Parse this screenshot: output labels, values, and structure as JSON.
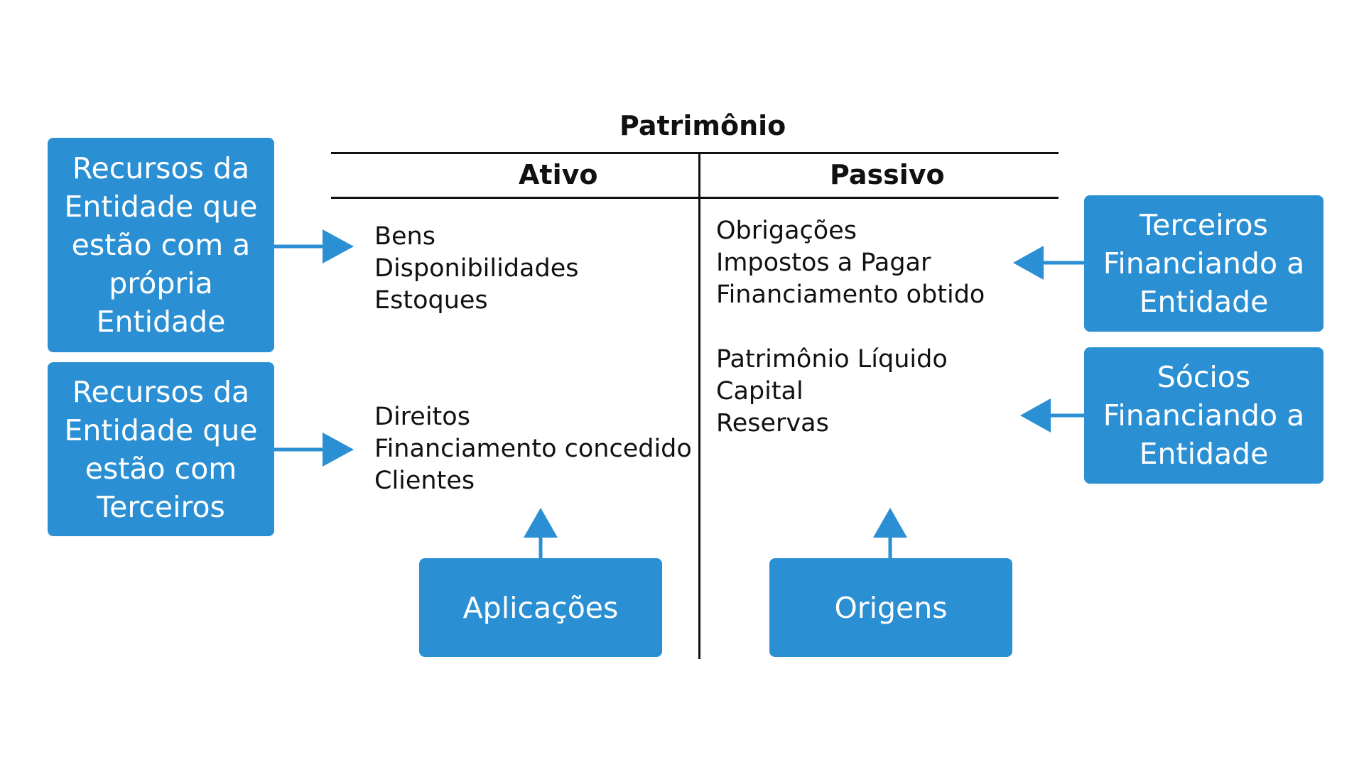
{
  "title": "Patrimônio",
  "columns": {
    "left": "Ativo",
    "right": "Passivo"
  },
  "ativo": {
    "bens": [
      "Bens",
      "Disponibilidades",
      "Estoques"
    ],
    "direitos": [
      "Direitos",
      "Financiamento concedido",
      "Clientes"
    ]
  },
  "passivo": {
    "obrigacoes": [
      "Obrigações",
      "Impostos a Pagar",
      "Financiamento obtido"
    ],
    "patrimonio_liquido": [
      "Patrimônio Líquido",
      "Capital",
      "Reservas"
    ]
  },
  "boxes": {
    "recursos_propria": [
      "Recursos da",
      "Entidade que",
      "estão com a",
      "própria",
      "Entidade"
    ],
    "recursos_terceiros": [
      "Recursos da",
      "Entidade que",
      "estão com",
      "Terceiros"
    ],
    "terceiros_financiando": [
      "Terceiros",
      "Financiando a",
      "Entidade"
    ],
    "socios_financiando": [
      "Sócios",
      "Financiando a",
      "Entidade"
    ],
    "aplicacoes": [
      "Aplicações"
    ],
    "origens": [
      "Origens"
    ]
  },
  "colors": {
    "box": "#2a8fd3",
    "arrow": "#2a8fd3",
    "line": "#111111",
    "text": "#111111"
  },
  "icons": {
    "connector": "arrow-icon"
  }
}
